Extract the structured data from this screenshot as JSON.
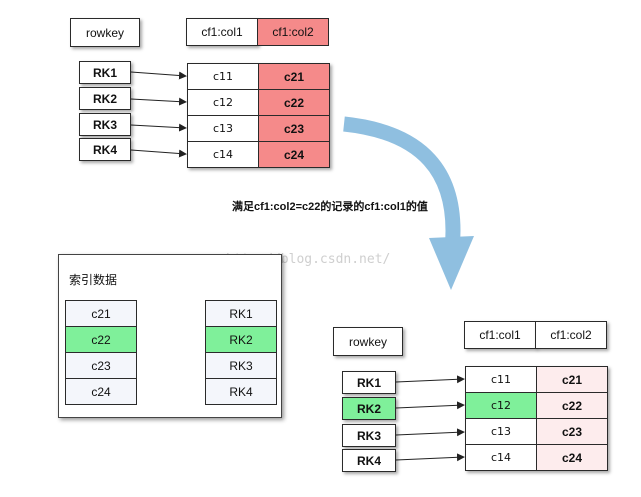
{
  "top": {
    "rowkey_header": "rowkey",
    "col_headers": [
      "cf1:col1",
      "cf1:col2"
    ],
    "rowkeys": [
      "RK1",
      "RK2",
      "RK3",
      "RK4"
    ],
    "col1_values": [
      "c11",
      "c12",
      "c13",
      "c14"
    ],
    "col2_values": [
      "c21",
      "c22",
      "c23",
      "c24"
    ]
  },
  "query_text": "满足cf1:col2=c22的记录的cf1:col1的值",
  "watermark": "http://blog.csdn.net/",
  "index": {
    "title": "索引数据",
    "keys": [
      "c21",
      "c22",
      "c23",
      "c24"
    ],
    "rowkeys": [
      "RK1",
      "RK2",
      "RK3",
      "RK4"
    ]
  },
  "bottom": {
    "rowkey_header": "rowkey",
    "col_headers": [
      "cf1:col1",
      "cf1:col2"
    ],
    "rowkeys": [
      "RK1",
      "RK2",
      "RK3",
      "RK4"
    ],
    "col1_values": [
      "c11",
      "c12",
      "c13",
      "c14"
    ],
    "col2_values": [
      "c21",
      "c22",
      "c23",
      "c24"
    ]
  },
  "colors": {
    "col2_highlight": "#f58a8a",
    "match_highlight": "#7ff09a",
    "flow_arrow": "#8fbfe0"
  }
}
